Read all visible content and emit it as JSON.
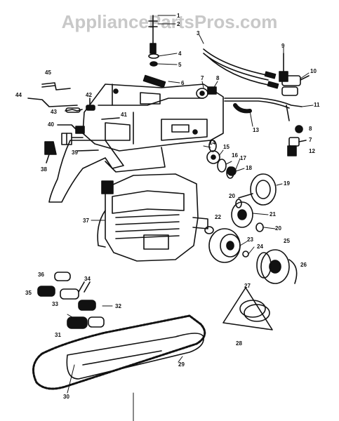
{
  "watermark": {
    "text": "AppliancePartsPros.com"
  },
  "colors": {
    "ink": "#111111",
    "watermark": "#c8c8c8",
    "background": "#ffffff"
  },
  "callouts": [
    {
      "id": "c1",
      "label": "1"
    },
    {
      "id": "c2",
      "label": "2"
    },
    {
      "id": "c3",
      "label": "3"
    },
    {
      "id": "c4",
      "label": "4"
    },
    {
      "id": "c5",
      "label": "5"
    },
    {
      "id": "c6",
      "label": "6"
    },
    {
      "id": "c7a",
      "label": "7"
    },
    {
      "id": "c8a",
      "label": "8"
    },
    {
      "id": "c9",
      "label": "9"
    },
    {
      "id": "c10",
      "label": "10"
    },
    {
      "id": "c11",
      "label": "11"
    },
    {
      "id": "c13",
      "label": "13"
    },
    {
      "id": "c8b",
      "label": "8"
    },
    {
      "id": "c7b",
      "label": "7"
    },
    {
      "id": "c12",
      "label": "12"
    },
    {
      "id": "c14",
      "label": "14"
    },
    {
      "id": "c15",
      "label": "15"
    },
    {
      "id": "c16",
      "label": "16"
    },
    {
      "id": "c17",
      "label": "17"
    },
    {
      "id": "c18",
      "label": "18"
    },
    {
      "id": "c19",
      "label": "19"
    },
    {
      "id": "c20a",
      "label": "20"
    },
    {
      "id": "c21",
      "label": "21"
    },
    {
      "id": "c22",
      "label": "22"
    },
    {
      "id": "c20b",
      "label": "20"
    },
    {
      "id": "c23",
      "label": "23"
    },
    {
      "id": "c24",
      "label": "24"
    },
    {
      "id": "c25",
      "label": "25"
    },
    {
      "id": "c26",
      "label": "26"
    },
    {
      "id": "c27",
      "label": "27"
    },
    {
      "id": "c28",
      "label": "28"
    },
    {
      "id": "c29",
      "label": "29"
    },
    {
      "id": "c30",
      "label": "30"
    },
    {
      "id": "c31",
      "label": "31"
    },
    {
      "id": "c32",
      "label": "32"
    },
    {
      "id": "c33",
      "label": "33"
    },
    {
      "id": "c34",
      "label": "34"
    },
    {
      "id": "c35",
      "label": "35"
    },
    {
      "id": "c36",
      "label": "36"
    },
    {
      "id": "c37",
      "label": "37"
    },
    {
      "id": "c38",
      "label": "38"
    },
    {
      "id": "c39",
      "label": "39"
    },
    {
      "id": "c40",
      "label": "40"
    },
    {
      "id": "c41",
      "label": "41"
    },
    {
      "id": "c42",
      "label": "42"
    },
    {
      "id": "c43",
      "label": "43"
    },
    {
      "id": "c44",
      "label": "44"
    },
    {
      "id": "c45",
      "label": "45"
    }
  ]
}
